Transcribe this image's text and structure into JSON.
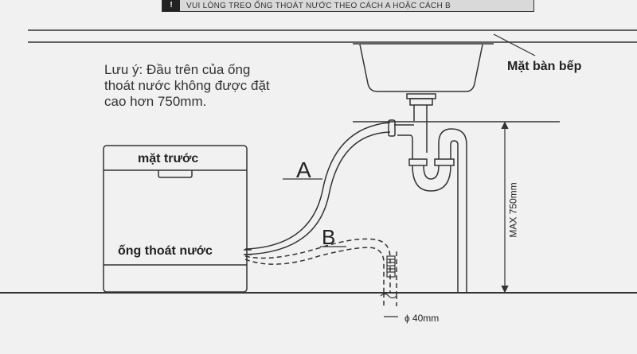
{
  "banner": {
    "icon": "warning-icon",
    "warning_symbol": "!",
    "text": "VUI LÒNG TREO ỐNG THOÁT NƯỚC THEO CÁCH A HOẶC CÁCH B"
  },
  "note": "Lưu ý: Đầu trên của ống thoát nước không được đặt cao hơn 750mm.",
  "labels": {
    "countertop": "Mặt bàn bếp",
    "front": "mặt trước",
    "drain_hose": "ống thoát nước",
    "option_a": "A",
    "option_b": "B",
    "max_height": "MAX 750mm",
    "pipe_diameter": "ɸ 40mm"
  }
}
